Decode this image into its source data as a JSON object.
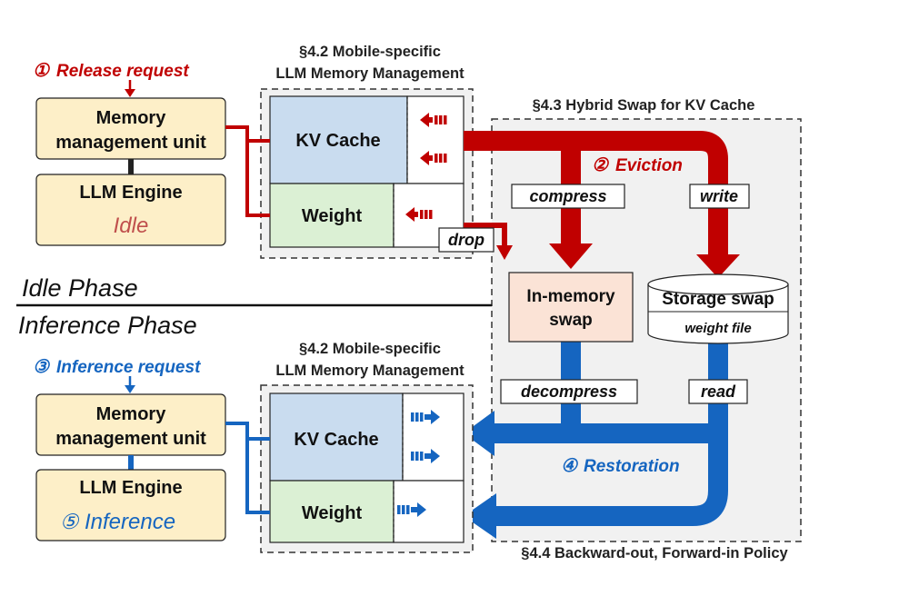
{
  "colors": {
    "eviction_red": "#c00000",
    "restoration_blue": "#1565c0",
    "box_yellow": "#fdefc8",
    "kv_blue": "#c9dcef",
    "weight_green": "#dbf0d4",
    "swap_peach": "#fbe3d6",
    "hybrid_gray": "#f1f1f1"
  },
  "idle": {
    "step1_num": "①",
    "step1_text": "Release request",
    "mmu_line1": "Memory",
    "mmu_line2": "management unit",
    "engine_title": "LLM Engine",
    "engine_state": "Idle",
    "mm_title_line1": "§4.2 Mobile-specific",
    "mm_title_line2": "LLM Memory Management",
    "kv_cache": "KV Cache",
    "weight": "Weight",
    "drop": "drop"
  },
  "hybrid": {
    "title": "§4.3 Hybrid Swap for KV Cache",
    "step2_num": "②",
    "step2_text": "Eviction",
    "compress": "compress",
    "write": "write",
    "inmem_line1": "In-memory",
    "inmem_line2": "swap",
    "storage_title": "Storage swap",
    "storage_sub": "weight file",
    "decompress": "decompress",
    "read": "read",
    "step4_num": "④",
    "step4_text": "Restoration",
    "policy": "§4.4 Backward-out, Forward-in Policy"
  },
  "phases": {
    "idle": "Idle Phase",
    "inference": "Inference Phase"
  },
  "inference": {
    "step3_num": "③",
    "step3_text": "Inference request",
    "mmu_line1": "Memory",
    "mmu_line2": "management unit",
    "engine_title": "LLM Engine",
    "step5_num": "⑤",
    "step5_text": "Inference",
    "mm_title_line1": "§4.2 Mobile-specific",
    "mm_title_line2": "LLM Memory Management",
    "kv_cache": "KV Cache",
    "weight": "Weight"
  }
}
